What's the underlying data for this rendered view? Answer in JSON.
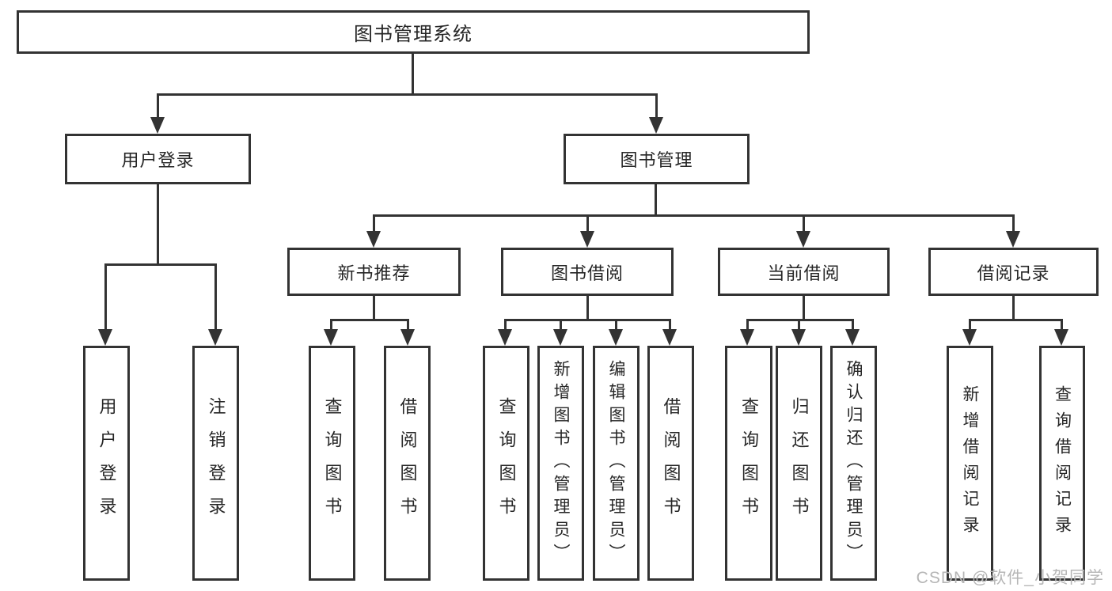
{
  "diagram": {
    "root": {
      "label": "图书管理系统"
    },
    "level2": [
      {
        "label": "用户登录"
      },
      {
        "label": "图书管理"
      }
    ],
    "level3": [
      {
        "label": "新书推荐"
      },
      {
        "label": "图书借阅"
      },
      {
        "label": "当前借阅"
      },
      {
        "label": "借阅记录"
      }
    ],
    "leaves": {
      "user_login": [
        "用户登录",
        "注销登录"
      ],
      "new_book": [
        "查询图书",
        "借阅图书"
      ],
      "book_borrow": [
        "查询图书",
        "新增图书（管理员）",
        "编辑图书（管理员）",
        "借阅图书"
      ],
      "current_borrow": [
        "查询图书",
        "归还图书",
        "确认归还（管理员）"
      ],
      "borrow_record": [
        "新增借阅记录",
        "查询借阅记录"
      ]
    }
  },
  "watermark": {
    "text": "CSDN @软件_小贺同学"
  },
  "colors": {
    "line": "#333333",
    "text": "#262626",
    "background": "#ffffff",
    "watermark": "#b6b6b6"
  }
}
